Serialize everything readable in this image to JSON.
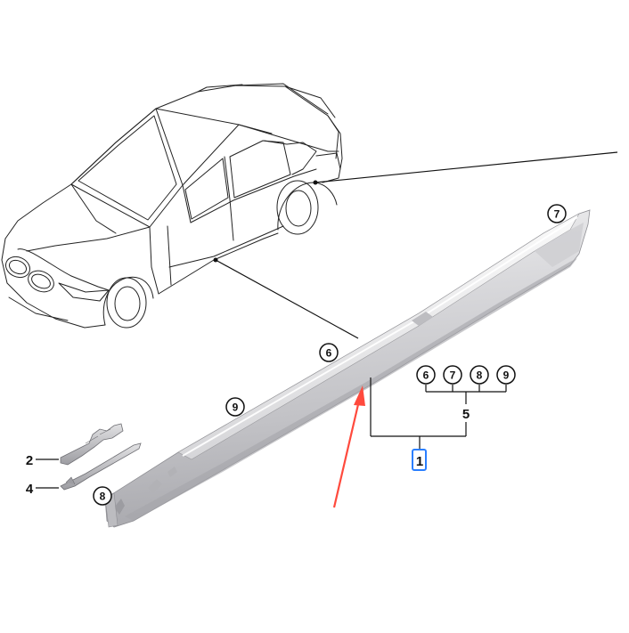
{
  "diagram": {
    "callouts": {
      "c7_top": "7",
      "c6_main": "6",
      "c9_main": "9",
      "c8_end": "8",
      "c6_legend": "6",
      "c7_legend": "7",
      "c8_legend": "8",
      "c9_legend": "9"
    },
    "labels": {
      "part_2": "2",
      "part_4": "4",
      "group_5": "5",
      "part_1": "1"
    },
    "selected_label": "1",
    "colors": {
      "line": "#111111",
      "arrow": "#ff4a3d",
      "selection": "#2a7fff",
      "sill_light": "#e4e4e6",
      "sill_dark": "#b9b9bd"
    }
  }
}
